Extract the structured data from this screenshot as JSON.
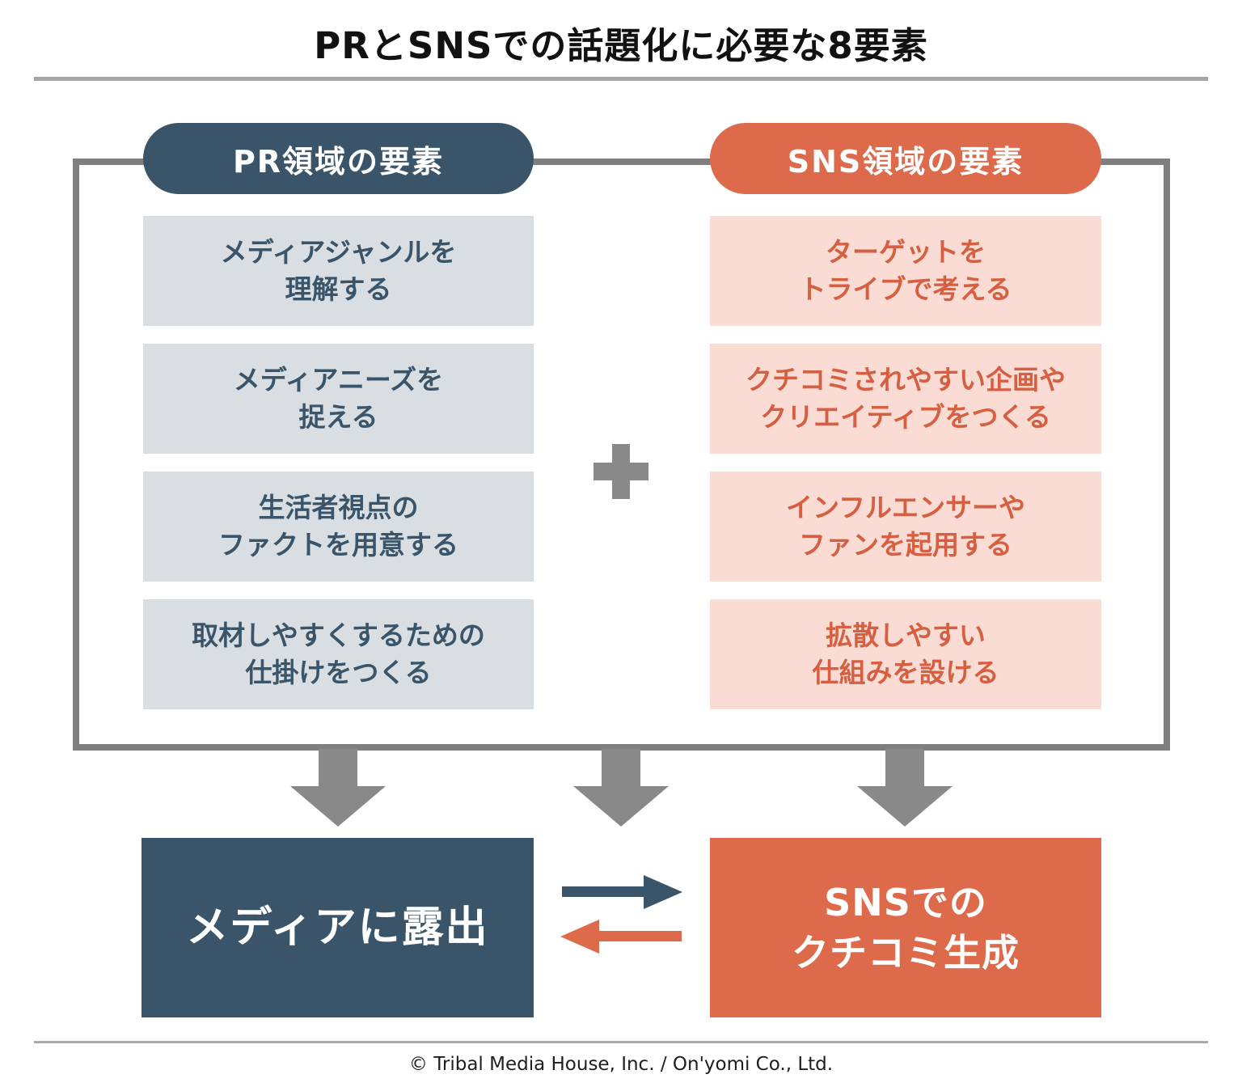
{
  "title": "PRとSNSでの話題化に必要な8要素",
  "pr_section": {
    "header": "PR領域の要素",
    "items": [
      {
        "line1": "メディアジャンルを",
        "line2": "理解する"
      },
      {
        "line1": "メディアニーズを",
        "line2": "捉える"
      },
      {
        "line1": "生活者視点の",
        "line2": "ファクトを用意する"
      },
      {
        "line1": "取材しやすくするための",
        "line2": "仕掛けをつくる"
      }
    ]
  },
  "sns_section": {
    "header": "SNS領域の要素",
    "items": [
      {
        "line1": "ターゲットを",
        "line2": "トライブで考える"
      },
      {
        "line1": "クチコミされやすい企画や",
        "line2": "クリエイティブをつくる"
      },
      {
        "line1": "インフルエンサーや",
        "line2": "ファンを起用する"
      },
      {
        "line1": "拡散しやすい",
        "line2": "仕組みを設ける"
      }
    ]
  },
  "outcomes": {
    "pr": {
      "line1": "メディアに露出"
    },
    "sns": {
      "line1": "SNSでの",
      "line2": "クチコミ生成"
    }
  },
  "footer": "© Tribal Media House, Inc. / On'yomi Co., Ltd.",
  "icons": {
    "plus": "plus-icon",
    "down": "down-arrow-icon",
    "to_sns": "right-arrow-icon",
    "to_media": "left-arrow-icon"
  },
  "colors": {
    "navy": "#3a5569",
    "orange": "#dd6a4b",
    "pr_item_bg": "#d9dee3",
    "sns_item_bg": "#fbdcd4",
    "sns_item_text": "#d55f40",
    "gray_arrow": "#898989",
    "frame_border": "#7f7f7f",
    "rule_gray": "#a6a6a6"
  }
}
